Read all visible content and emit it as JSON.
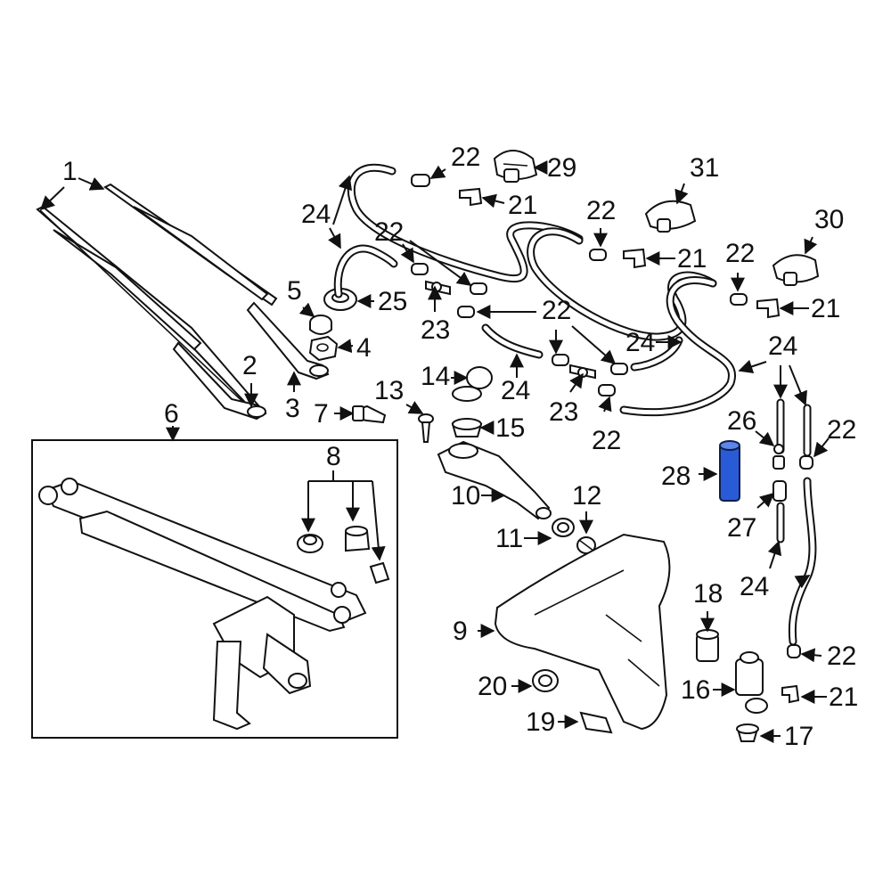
{
  "callouts": {
    "c1": "1",
    "c2": "2",
    "c3": "3",
    "c4": "4",
    "c5": "5",
    "c6": "6",
    "c7": "7",
    "c8": "8",
    "c9": "9",
    "c10": "10",
    "c11": "11",
    "c12": "12",
    "c13": "13",
    "c14": "14",
    "c15": "15",
    "c16": "16",
    "c17": "17",
    "c18": "18",
    "c19": "19",
    "c20": "20",
    "c21a": "21",
    "c21b": "21",
    "c21c": "21",
    "c21d": "21",
    "c22a": "22",
    "c22b": "22",
    "c22c": "22",
    "c22d": "22",
    "c22e": "22",
    "c22f": "22",
    "c22g": "22",
    "c22h": "22",
    "c23a": "23",
    "c23b": "23",
    "c24a": "24",
    "c24b": "24",
    "c24c": "24",
    "c24d": "24",
    "c24e": "24",
    "c25": "25",
    "c26": "26",
    "c27": "27",
    "c28": "28",
    "c29": "29",
    "c30": "30",
    "c31": "31"
  },
  "colors": {
    "line": "#111111",
    "highlight": "#2a5bd7",
    "background": "#ffffff"
  },
  "highlighted_part": "28"
}
